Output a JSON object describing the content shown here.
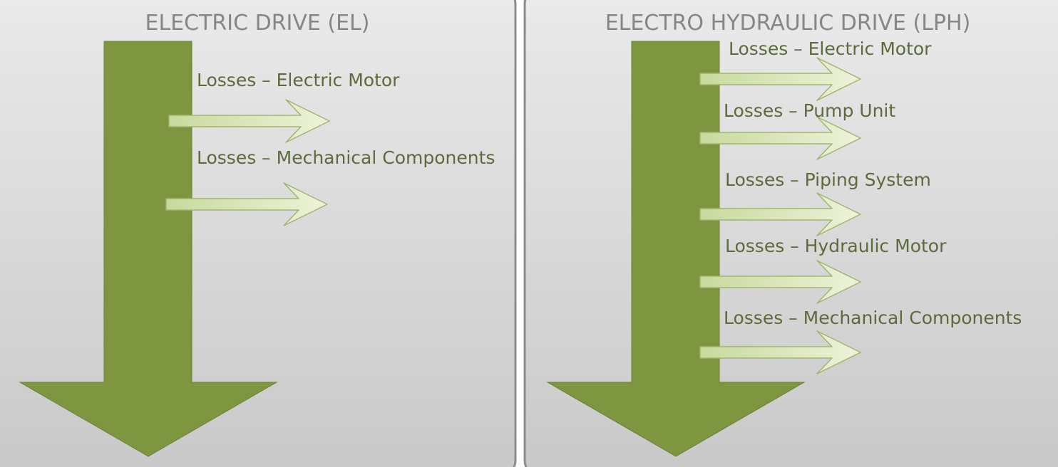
{
  "colors": {
    "panel_fill_top": "#ebebeb",
    "panel_fill_bottom": "#c8c8c8",
    "panel_border": "#8c8c8c",
    "main_arrow": "#7e9640",
    "loss_arrow": "#e2ecc6",
    "loss_arrow_border": "#a2b56e",
    "title_text": "#868686",
    "label_text": "#5d6b3c"
  },
  "icons": {
    "main_arrow": "down-arrow-icon",
    "loss_arrow": "right-arrow-icon"
  },
  "panels": [
    {
      "title": "ELECTRIC DRIVE (EL)",
      "losses": [
        "Losses – Electric Motor",
        "Losses – Mechanical Components"
      ]
    },
    {
      "title": "ELECTRO HYDRAULIC DRIVE (LPH)",
      "losses": [
        "Losses – Electric Motor",
        "Losses – Pump Unit",
        "Losses – Piping System",
        "Losses – Hydraulic Motor",
        "Losses – Mechanical Components"
      ]
    }
  ]
}
